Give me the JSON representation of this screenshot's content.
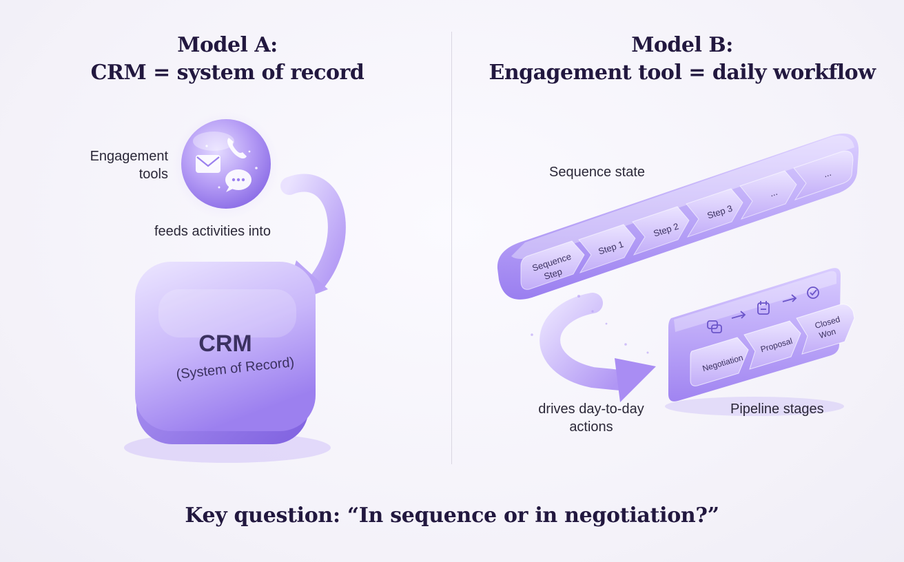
{
  "model_a": {
    "title_line1": "Model A:",
    "title_line2": "CRM = system of record",
    "engagement_line1": "Engagement",
    "engagement_line2": "tools",
    "feeds_label": "feeds activities into",
    "crm_title": "CRM",
    "crm_subtitle": "(System of Record)"
  },
  "model_b": {
    "title_line1": "Model B:",
    "title_line2": "Engagement tool = daily workflow",
    "sequence_state_label": "Sequence state",
    "sequence_steps": [
      "Sequence",
      "Step",
      "Step 1",
      "Step 2",
      "Step 3",
      "...",
      "..."
    ],
    "drives_line1": "drives day-to-day",
    "drives_line2": "actions",
    "pipeline_label": "Pipeline stages",
    "pipeline_stages": [
      "Negotiation",
      "Proposal",
      "Closed",
      "Won"
    ]
  },
  "key_question": "Key question: “In sequence or in negotiation?”",
  "colors": {
    "accent": "#9b7ef0",
    "accent_dark": "#6b4fd8",
    "title_text": "#22183f",
    "background": "#f6f4fa"
  },
  "icons": [
    "mail-icon",
    "phone-icon",
    "chat-icon",
    "chat-bubbles-icon",
    "calendar-icon",
    "check-badge-icon",
    "arrow-right-icon"
  ]
}
